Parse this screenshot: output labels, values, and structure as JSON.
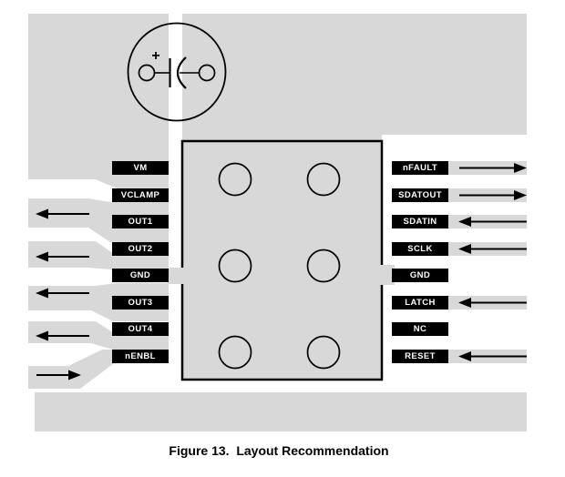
{
  "figure": {
    "caption": "Figure 13.  Layout Recommendation"
  },
  "capacitor": {
    "plus_label": "+"
  },
  "colors": {
    "copper_plane": "#d8d8d8",
    "outline_black": "#000000",
    "label_bg": "#000000",
    "label_text": "#ffffff"
  },
  "pins": {
    "left": [
      {
        "label": "VM",
        "direction": "none"
      },
      {
        "label": "VCLAMP",
        "direction": "none"
      },
      {
        "label": "OUT1",
        "direction": "out"
      },
      {
        "label": "OUT2",
        "direction": "out"
      },
      {
        "label": "GND",
        "direction": "none"
      },
      {
        "label": "OUT3",
        "direction": "out"
      },
      {
        "label": "OUT4",
        "direction": "out"
      },
      {
        "label": "nENBL",
        "direction": "in"
      }
    ],
    "right": [
      {
        "label": "nFAULT",
        "direction": "out"
      },
      {
        "label": "SDATOUT",
        "direction": "out"
      },
      {
        "label": "SDATIN",
        "direction": "in"
      },
      {
        "label": "SCLK",
        "direction": "in"
      },
      {
        "label": "GND",
        "direction": "none"
      },
      {
        "label": "LATCH",
        "direction": "in"
      },
      {
        "label": "NC",
        "direction": "none"
      },
      {
        "label": "RESET",
        "direction": "in"
      }
    ]
  }
}
